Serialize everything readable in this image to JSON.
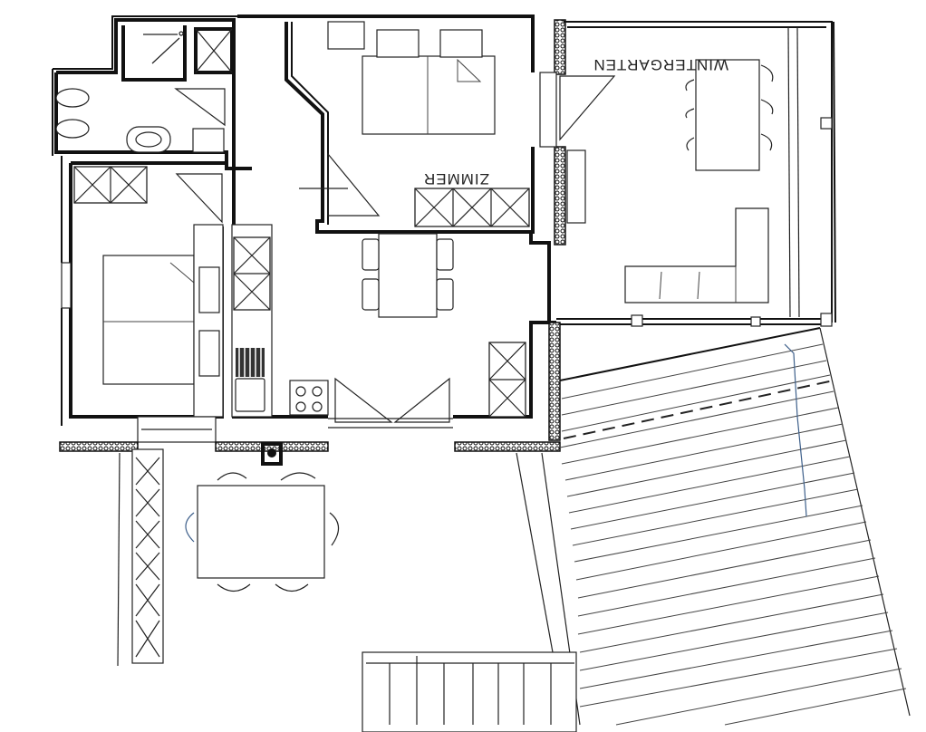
{
  "drawing": {
    "type": "floor plan",
    "orientation_note": "room labels drawn rotated 180 degrees",
    "colors": {
      "ink": "#111111",
      "paper": "#ffffff",
      "pencil_blue": "#3d5f8a"
    }
  },
  "rooms": [
    {
      "id": "zimmer",
      "label": "ZIMMER",
      "furniture": [
        "double-bed",
        "nightstands",
        "wardrobe"
      ]
    },
    {
      "id": "wintergarten",
      "label": "WINTERGARTEN",
      "furniture": [
        "dining-table-6-chairs",
        "l-shaped-sofa"
      ]
    },
    {
      "id": "bedroom-2",
      "label": "",
      "furniture": [
        "double-bed",
        "wardrobe",
        "dresser"
      ]
    },
    {
      "id": "bathroom",
      "label": "",
      "furniture": [
        "double-sink",
        "bathtub",
        "toilet",
        "shower"
      ]
    },
    {
      "id": "living-kitchen",
      "label": "",
      "furniture": [
        "dining-table-4-chairs",
        "sink",
        "cooktop",
        "cabinets"
      ]
    },
    {
      "id": "terrace",
      "label": "",
      "furniture": [
        "outdoor-table-6-chairs",
        "planter"
      ]
    },
    {
      "id": "deck",
      "label": "",
      "furniture": [
        "wood-decking",
        "steps"
      ]
    }
  ]
}
